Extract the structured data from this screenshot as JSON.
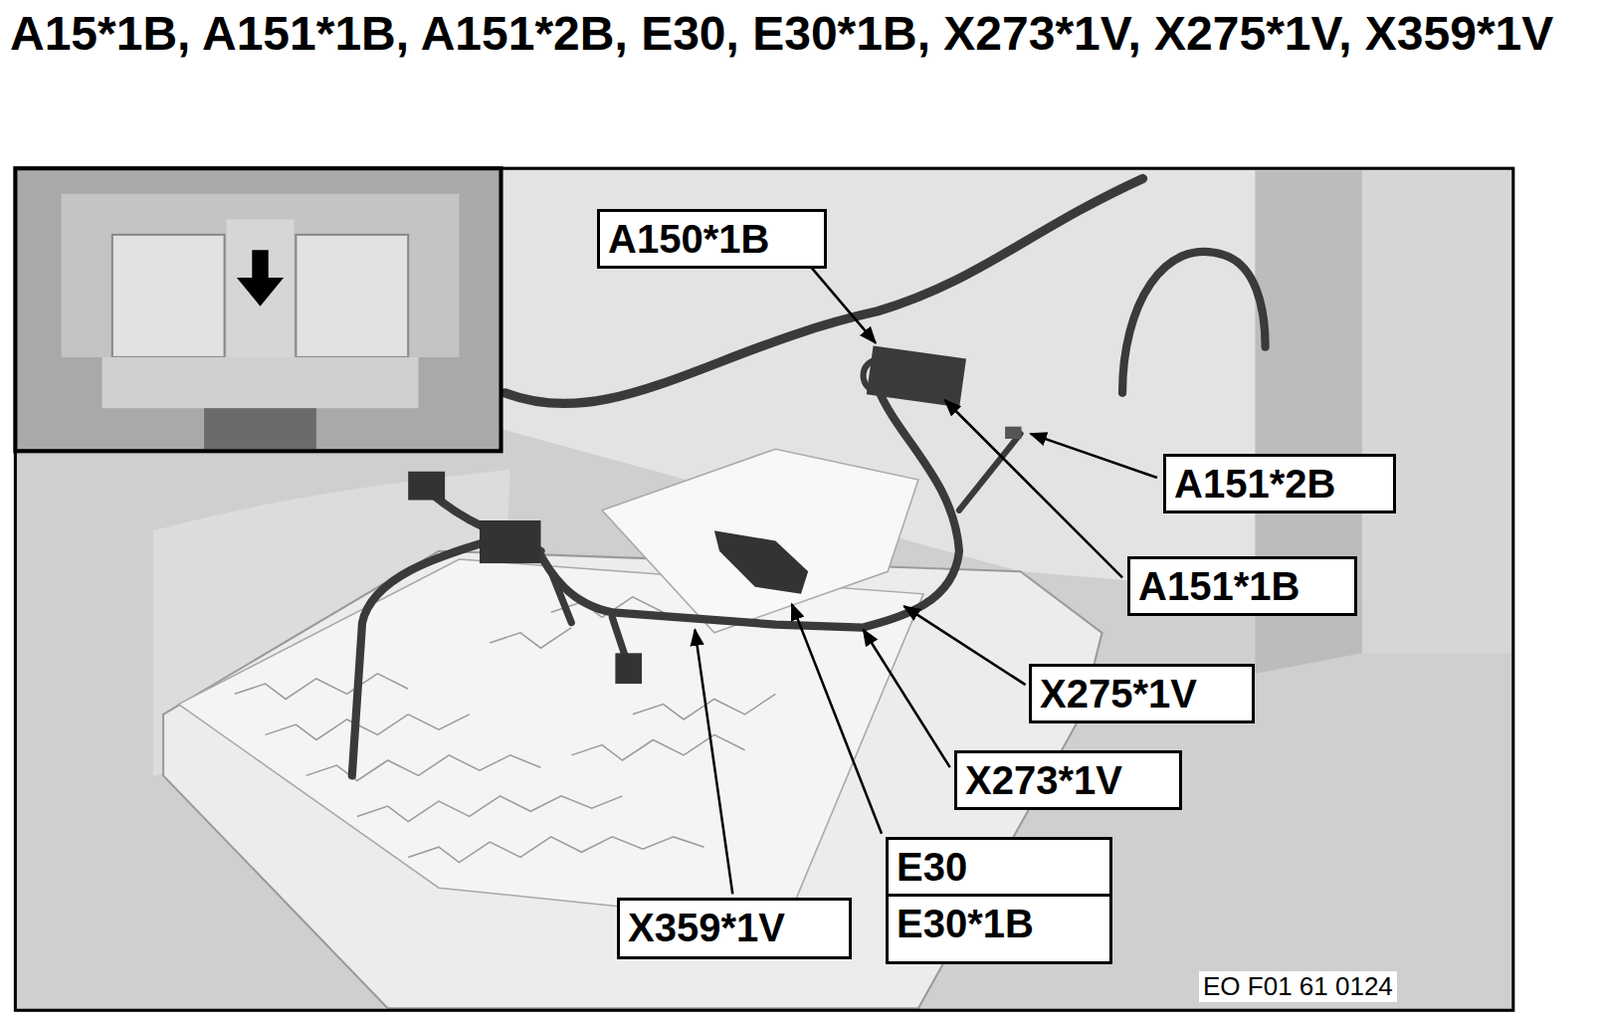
{
  "diagram": {
    "title": "A15*1B, A151*1B, A151*2B, E30, E30*1B, X273*1V, X275*1V, X359*1V",
    "nodes": [
      {
        "text": [
          "A150*1B"
        ]
      },
      {
        "text": [
          "A151*2B"
        ]
      },
      {
        "text": [
          "A151*1B"
        ]
      },
      {
        "text": [
          "X275*1V"
        ]
      },
      {
        "text": [
          "X273*1V"
        ]
      },
      {
        "text": [
          "E30",
          "E30*1B"
        ]
      },
      {
        "text": [
          "X359*1V"
        ]
      }
    ],
    "labels": [
      "EO F01 61 0124"
    ]
  }
}
